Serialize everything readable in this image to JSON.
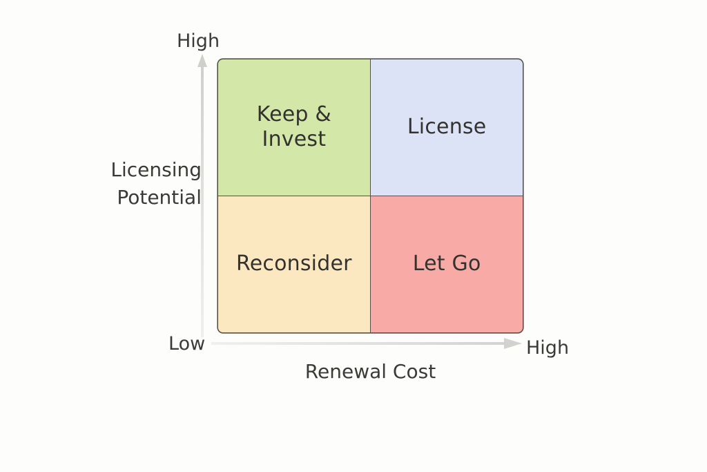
{
  "diagram": {
    "type": "2x2-matrix",
    "background_color": "#fdfdfc",
    "text_color": "#3b3a36",
    "border_color": "#55514a",
    "axes": {
      "x": {
        "title": "Renewal Cost",
        "low_label": "Low",
        "high_label": "High",
        "arrow_color": "#d9d9d6"
      },
      "y": {
        "title": "Licensing\nPotential",
        "low_label": "Low",
        "high_label": "High",
        "arrow_color": "#d9d9d6"
      }
    },
    "quadrants": [
      {
        "id": "keep-invest",
        "label": "Keep &\nInvest",
        "color": "#d3e8a8",
        "position": "top-left",
        "x_level": "Low",
        "y_level": "High"
      },
      {
        "id": "license",
        "label": "License",
        "color": "#dde3f7",
        "position": "top-right",
        "x_level": "High",
        "y_level": "High"
      },
      {
        "id": "reconsider",
        "label": "Reconsider",
        "color": "#fce8c0",
        "position": "bottom-left",
        "x_level": "Low",
        "y_level": "Low"
      },
      {
        "id": "let-go",
        "label": "Let Go",
        "color": "#f7aaa6",
        "position": "bottom-right",
        "x_level": "High",
        "y_level": "Low"
      }
    ]
  }
}
